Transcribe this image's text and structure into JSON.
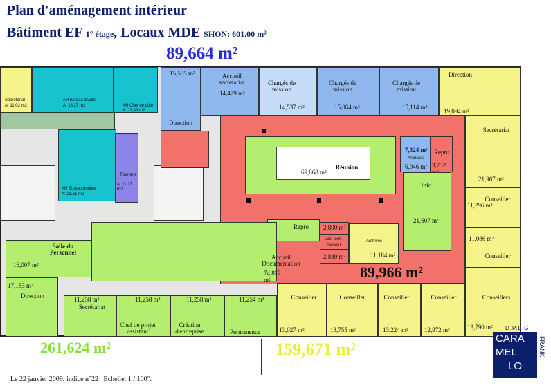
{
  "header": {
    "title": "Plan d'aménagement intérieur",
    "subtitle_main": "Bâtiment EF",
    "subtitle_floor": "1° étage",
    "subtitle_locaux": ", Locaux MDE",
    "subtitle_shon": "SHON: 601.00 m²"
  },
  "totals": {
    "blue_total": "89,664 m²",
    "red_total": "89,966 m²",
    "green_total": "261,624 m²",
    "yellow_total": "159,671 m²"
  },
  "colors": {
    "blue": "#8fb9ee",
    "lightblue": "#c5dcf6",
    "cyan": "#17c3cf",
    "yellow": "#f4f48a",
    "green": "#b3ee6e",
    "red": "#f2716a",
    "purple": "#8c84e8",
    "navy": "#0b1f6b",
    "green_text": "#86e03a",
    "yellow_text": "#ecec3a"
  },
  "rooms_blue": [
    {
      "name": "",
      "area": "15,535 m²"
    },
    {
      "name": "Accueil secrétariat",
      "area": "14,479 m²"
    },
    {
      "name": "Chargés de mission",
      "area": "14,537 m²"
    },
    {
      "name": "Chargés de mission",
      "area": "15,064 m²"
    },
    {
      "name": "Chargés de mission",
      "area": "15,114 m²"
    },
    {
      "name": "Direction",
      "area": ""
    },
    {
      "name": "Archives",
      "area": "6,946 m²",
      "area_top": "7,324 m²"
    }
  ],
  "rooms_cyan": [
    {
      "name": "Secrétariat",
      "area": "A: 11,02 m2"
    },
    {
      "name": "AH bureau double",
      "area": "A: 18,27 m2"
    },
    {
      "name": "AH Chef de pôle",
      "area": "A: 13,49 m2"
    },
    {
      "name": "AH Bureau double",
      "area": "A: 21,61 m2"
    },
    {
      "name": "Tisanerie",
      "area": "A: 11,17 m2"
    }
  ],
  "rooms_yellow_right": [
    {
      "name": "Direction",
      "area": "19,094 m²"
    },
    {
      "name": "Secrétariat",
      "area": "21,967 m²"
    },
    {
      "name": "Conseiller",
      "area": "11,296 m²"
    },
    {
      "name": "Conseiller",
      "area": "11,086 m²"
    },
    {
      "name": "Conseillers",
      "area": "18,790 m²"
    }
  ],
  "rooms_yellow_bottom": [
    {
      "name": "Conseiller",
      "area": "13,027 m²"
    },
    {
      "name": "Conseiller",
      "area": "13,755 m²"
    },
    {
      "name": "Conseiller",
      "area": "13,224 m²"
    },
    {
      "name": "Conseiller",
      "area": "12,972 m²"
    }
  ],
  "rooms_green": [
    {
      "name": "Réunion",
      "area": "69,868 m²"
    },
    {
      "name": "Info",
      "area": "21,607 m²"
    },
    {
      "name": "Repro",
      "area": ""
    },
    {
      "name": "Salle du Personnel",
      "area": "16,007 m²"
    },
    {
      "name": "Accueil Documentation",
      "area": "74,812 m²"
    },
    {
      "name": "Direction",
      "area": "17,183 m²"
    },
    {
      "name": "Secrétariat",
      "area": "11,258 m²"
    },
    {
      "name": "Chef de projet assistant",
      "area": "11,258 m²"
    },
    {
      "name": "Création d'entreprise",
      "area": "11,258 m²"
    },
    {
      "name": "Permanence",
      "area": "11,254 m²"
    }
  ],
  "rooms_red": [
    {
      "name": "Repro",
      "area": "3,732 m²"
    },
    {
      "name": "",
      "area": "2,800 m²"
    },
    {
      "name": "Loc. tech.",
      "area": ""
    },
    {
      "name": "Serveur",
      "area": "2,880 m²"
    },
    {
      "name": "Archives",
      "area": "11,184 m²"
    }
  ],
  "footer": {
    "date": "Le 22 janvier 2009; indice n°22",
    "scale": "Echelle: 1 / 100°."
  },
  "logo": {
    "top": "D.P.L.G",
    "side": "FRANK",
    "line1": "CARA",
    "line2": "MEL",
    "line3": "LO"
  }
}
